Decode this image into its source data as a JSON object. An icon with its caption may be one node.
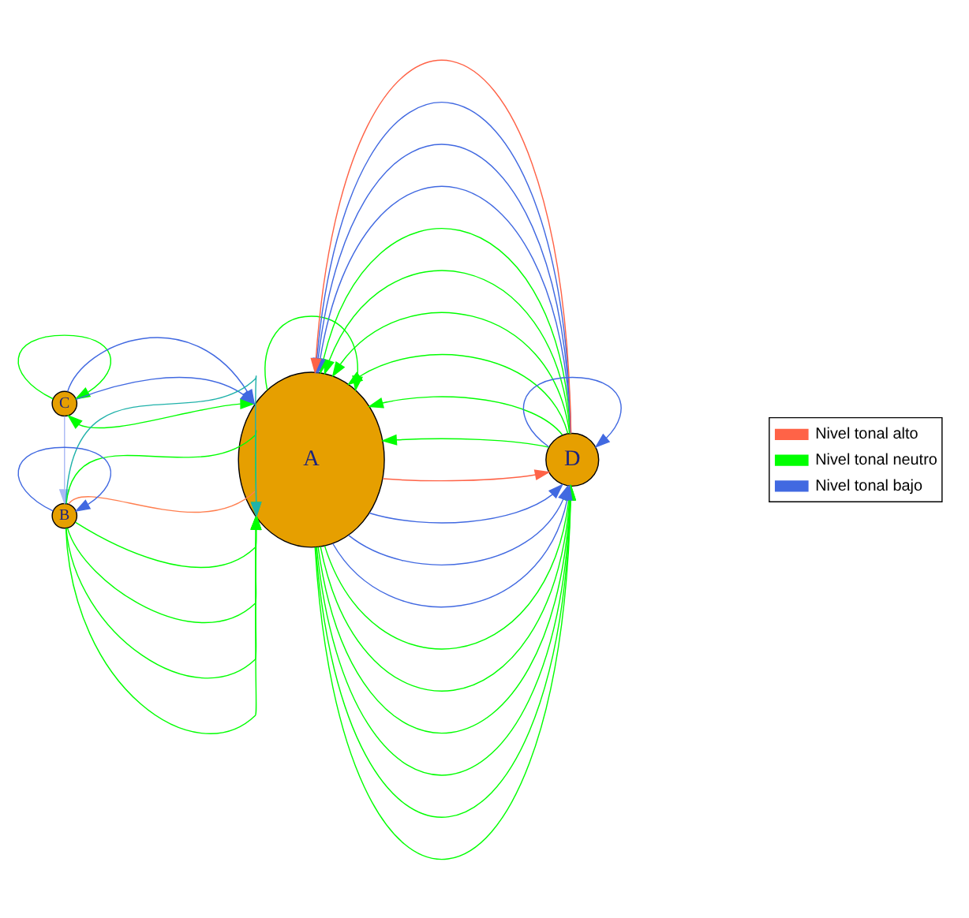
{
  "diagram": {
    "nodes": [
      {
        "text": [
          "C"
        ]
      },
      {
        "text": [
          "A"
        ]
      },
      {
        "text": [
          "D"
        ]
      },
      {
        "text": [
          "B"
        ]
      }
    ],
    "edges": [
      {
        "from": 0,
        "to": 0,
        "arrow": "to"
      },
      {
        "from": 0,
        "to": 1,
        "arrow": "both"
      },
      {
        "from": 0,
        "to": 1,
        "arrow": "to",
        "color": "#4169e1"
      },
      {
        "from": 0,
        "to": 1,
        "arrow": "to",
        "color": "#4169e1"
      },
      {
        "from": 0,
        "to": 3,
        "arrow": "to",
        "color": "#a9b9f5"
      },
      {
        "from": 3,
        "to": 1,
        "arrow": "to"
      },
      {
        "from": 3,
        "to": 1,
        "arrow": "to"
      },
      {
        "from": 3,
        "to": 1,
        "arrow": "to"
      },
      {
        "from": 3,
        "to": 1,
        "arrow": "to"
      },
      {
        "from": 3,
        "to": 1,
        "arrow": "to",
        "color": "#ff7f50"
      },
      {
        "from": 3,
        "to": 1,
        "arrow": "to"
      },
      {
        "from": 3,
        "to": 1,
        "arrow": "to",
        "color": "#20b2aa"
      },
      {
        "from": 3,
        "to": 3,
        "arrow": "to",
        "color": "#4169e1"
      },
      {
        "from": 1,
        "to": 1,
        "arrow": "to"
      },
      {
        "from": 1,
        "to": 2,
        "arrow": "to"
      },
      {
        "from": 1,
        "to": 2,
        "arrow": "to"
      },
      {
        "from": 1,
        "to": 2,
        "arrow": "to"
      },
      {
        "from": 1,
        "to": 2,
        "arrow": "to"
      },
      {
        "from": 1,
        "to": 2,
        "arrow": "to"
      },
      {
        "from": 1,
        "to": 2,
        "arrow": "to"
      },
      {
        "from": 1,
        "to": 2,
        "arrow": "to",
        "color": "#4169e1"
      },
      {
        "from": 1,
        "to": 2,
        "arrow": "to",
        "color": "#4169e1"
      },
      {
        "from": 1,
        "to": 2,
        "arrow": "to",
        "color": "#4169e1"
      },
      {
        "from": 1,
        "to": 2,
        "arrow": "to",
        "color": "#ff6347"
      },
      {
        "from": 2,
        "to": 1,
        "arrow": "to"
      },
      {
        "from": 2,
        "to": 1,
        "arrow": "to"
      },
      {
        "from": 2,
        "to": 1,
        "arrow": "to"
      },
      {
        "from": 2,
        "to": 1,
        "arrow": "to"
      },
      {
        "from": 2,
        "to": 1,
        "arrow": "to"
      },
      {
        "from": 2,
        "to": 1,
        "arrow": "to"
      },
      {
        "from": 2,
        "to": 1,
        "arrow": "to",
        "color": "#4169e1"
      },
      {
        "from": 2,
        "to": 1,
        "arrow": "to",
        "color": "#4169e1"
      },
      {
        "from": 2,
        "to": 1,
        "arrow": "to",
        "color": "#4169e1"
      },
      {
        "from": 2,
        "to": 1,
        "arrow": "to",
        "color": "#ff6347"
      },
      {
        "from": 2,
        "to": 2,
        "arrow": "to",
        "color": "#4169e1"
      }
    ],
    "legend": [
      {
        "text": "Nivel tonal alto",
        "color": "#ff6347"
      },
      {
        "text": "Nivel tonal neutro",
        "color": "#00ff00"
      },
      {
        "text": "Nivel tonal bajo",
        "color": "#4169e1"
      }
    ]
  }
}
